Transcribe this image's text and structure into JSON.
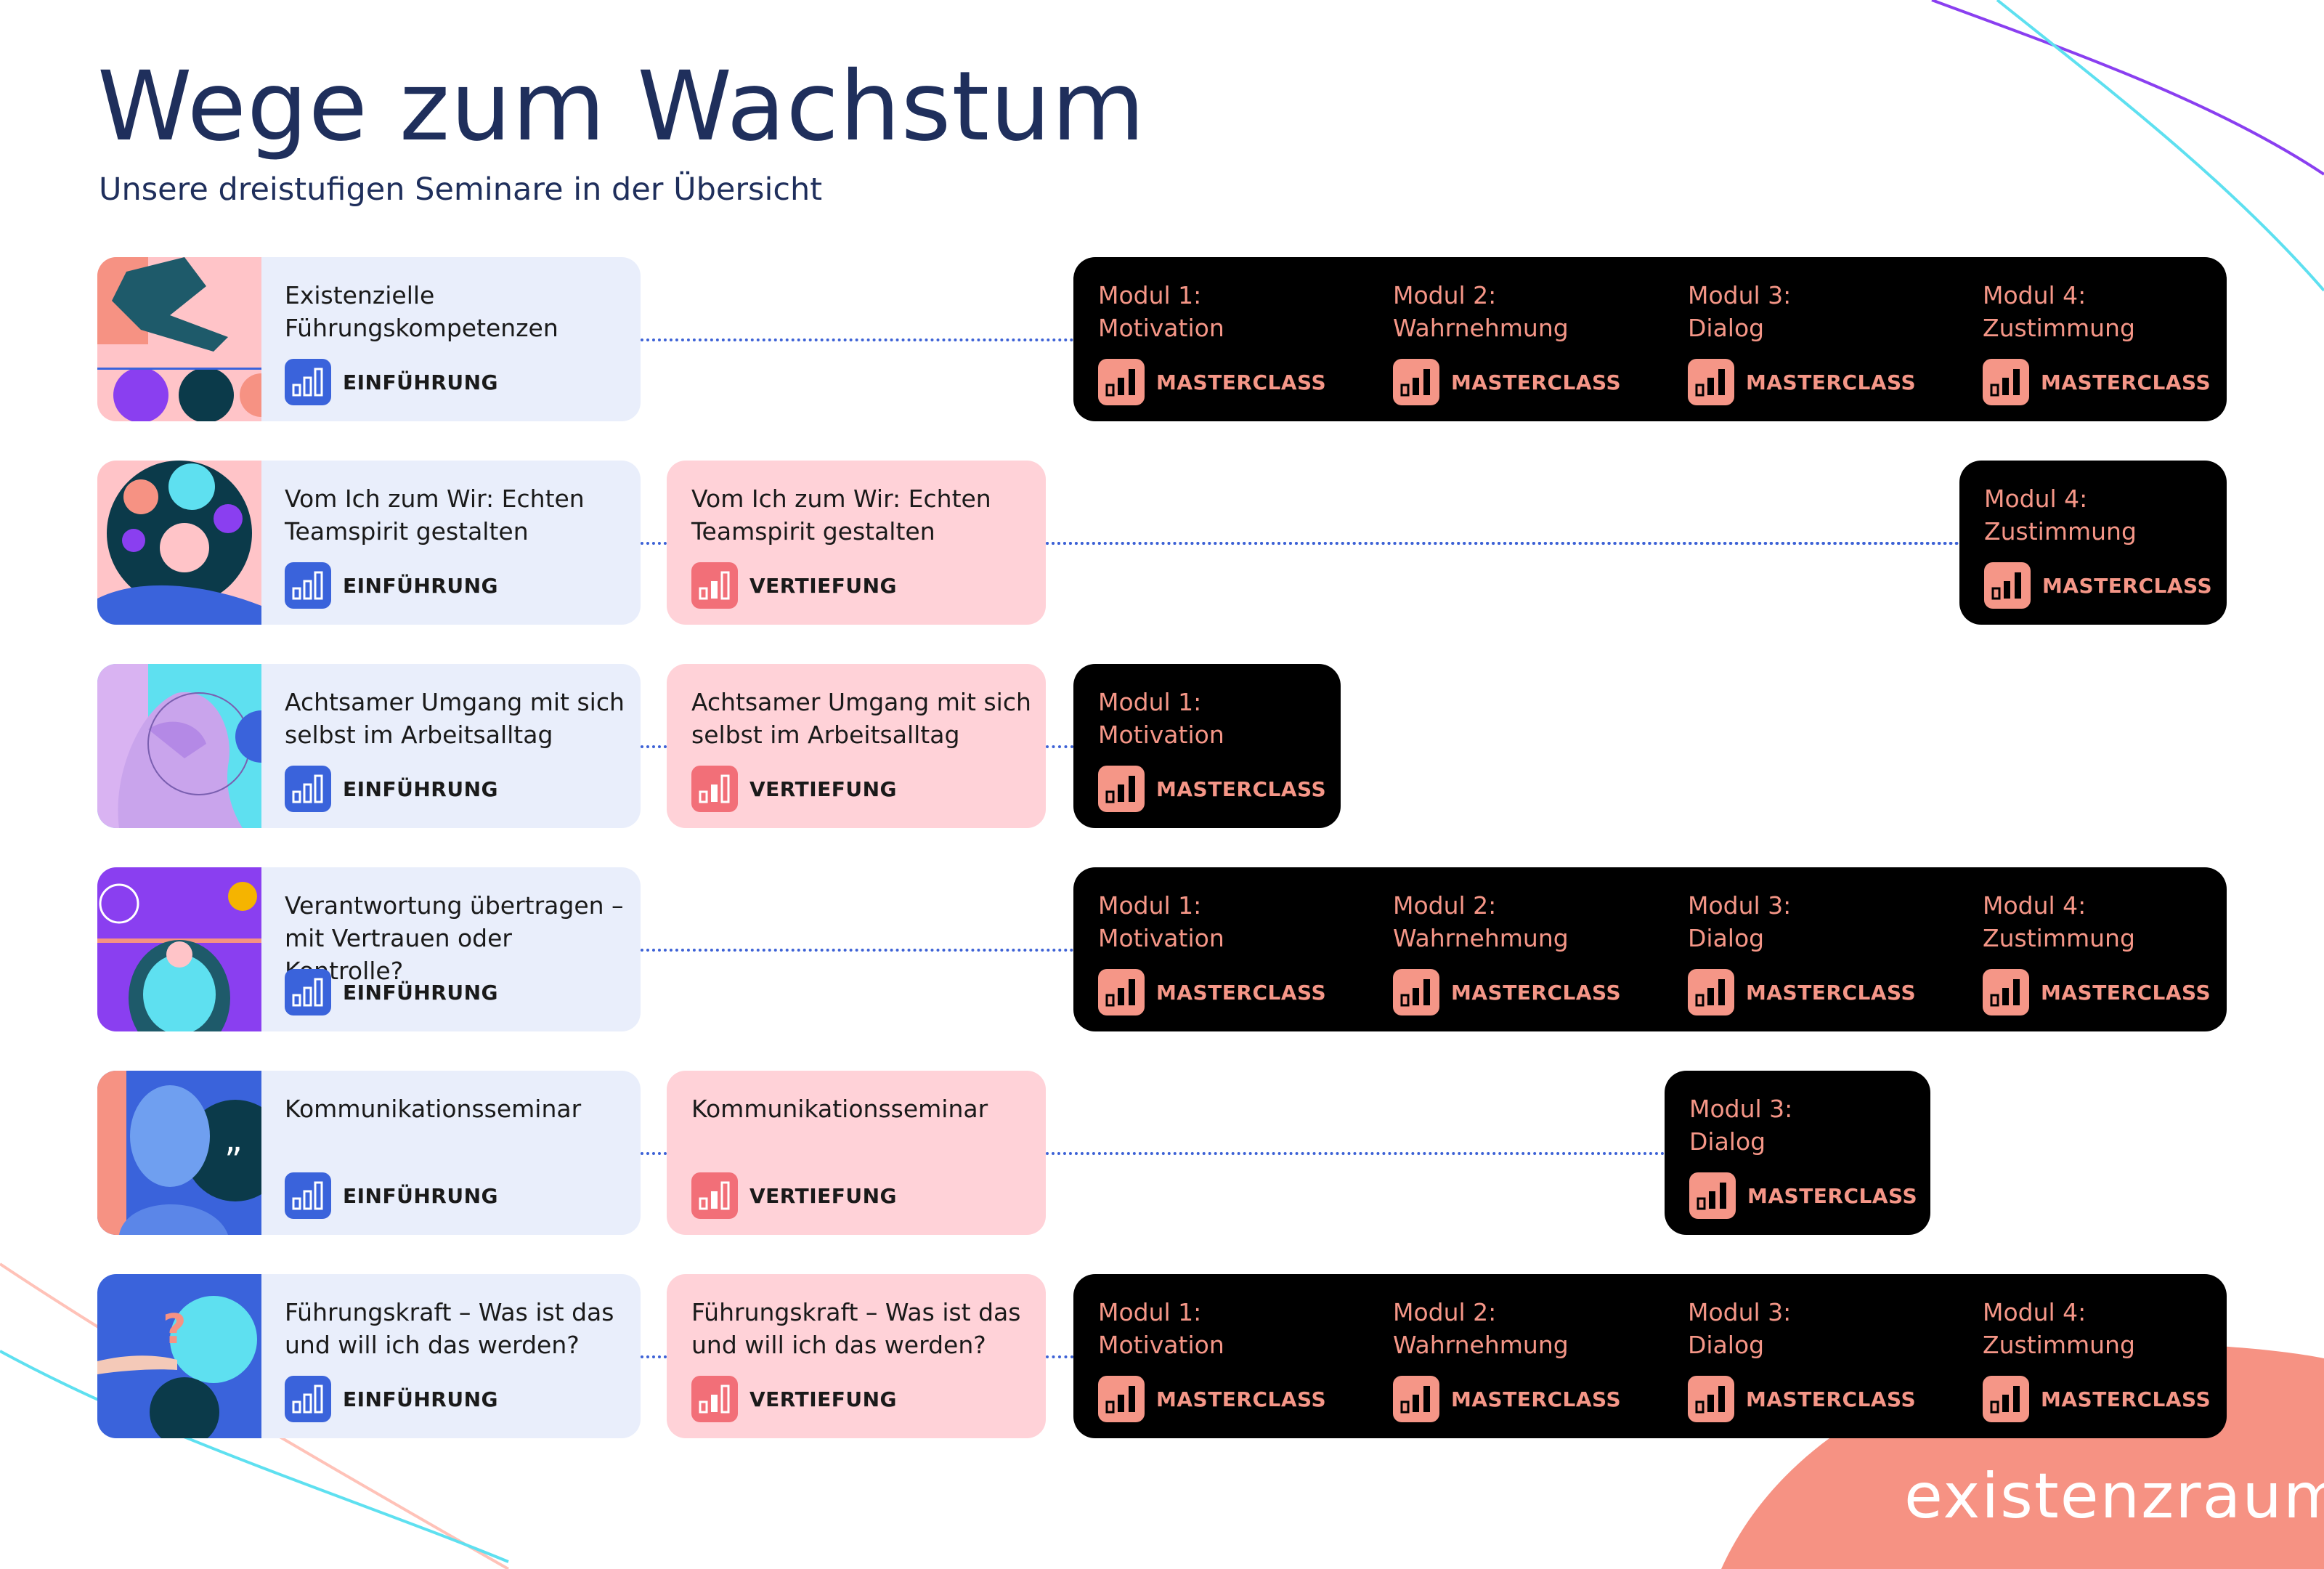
{
  "header": {
    "title": "Wege zum Wachstum",
    "subtitle": "Unsere dreistufigen Seminare in der Übersicht"
  },
  "labels": {
    "einfuehrung": "EINFÜHRUNG",
    "vertiefung": "VERTIEFUNG",
    "masterclass": "MASTERCLASS"
  },
  "modules": {
    "m1": "Modul 1:\nMotivation",
    "m2": "Modul 2:\nWahrnehmung",
    "m3": "Modul 3:\nDialog",
    "m4": "Modul 4:\nZustimmung"
  },
  "rows": [
    {
      "title": "Existenzielle\nFührungskompetenzen"
    },
    {
      "title": "Vom Ich zum Wir: Echten\nTeamspirit gestalten"
    },
    {
      "title": "Achtsamer Umgang mit sich\nselbst im Arbeitsalltag"
    },
    {
      "title": "Verantwortung übertragen –\nmit Vertrauen oder Kontrolle?"
    },
    {
      "title": "Kommunikationsseminar"
    },
    {
      "title": "Führungskraft – Was ist das\nund will ich das werden?"
    }
  ],
  "brand": {
    "name": "existenzraum"
  },
  "colors": {
    "navy": "#1f2f5c",
    "einfuehrung_bg": "#e9eefb",
    "vertiefung_bg": "#ffd2d8",
    "masterclass_bg": "#000000",
    "accent_salmon": "#f59687",
    "accent_blue": "#3a63db"
  }
}
